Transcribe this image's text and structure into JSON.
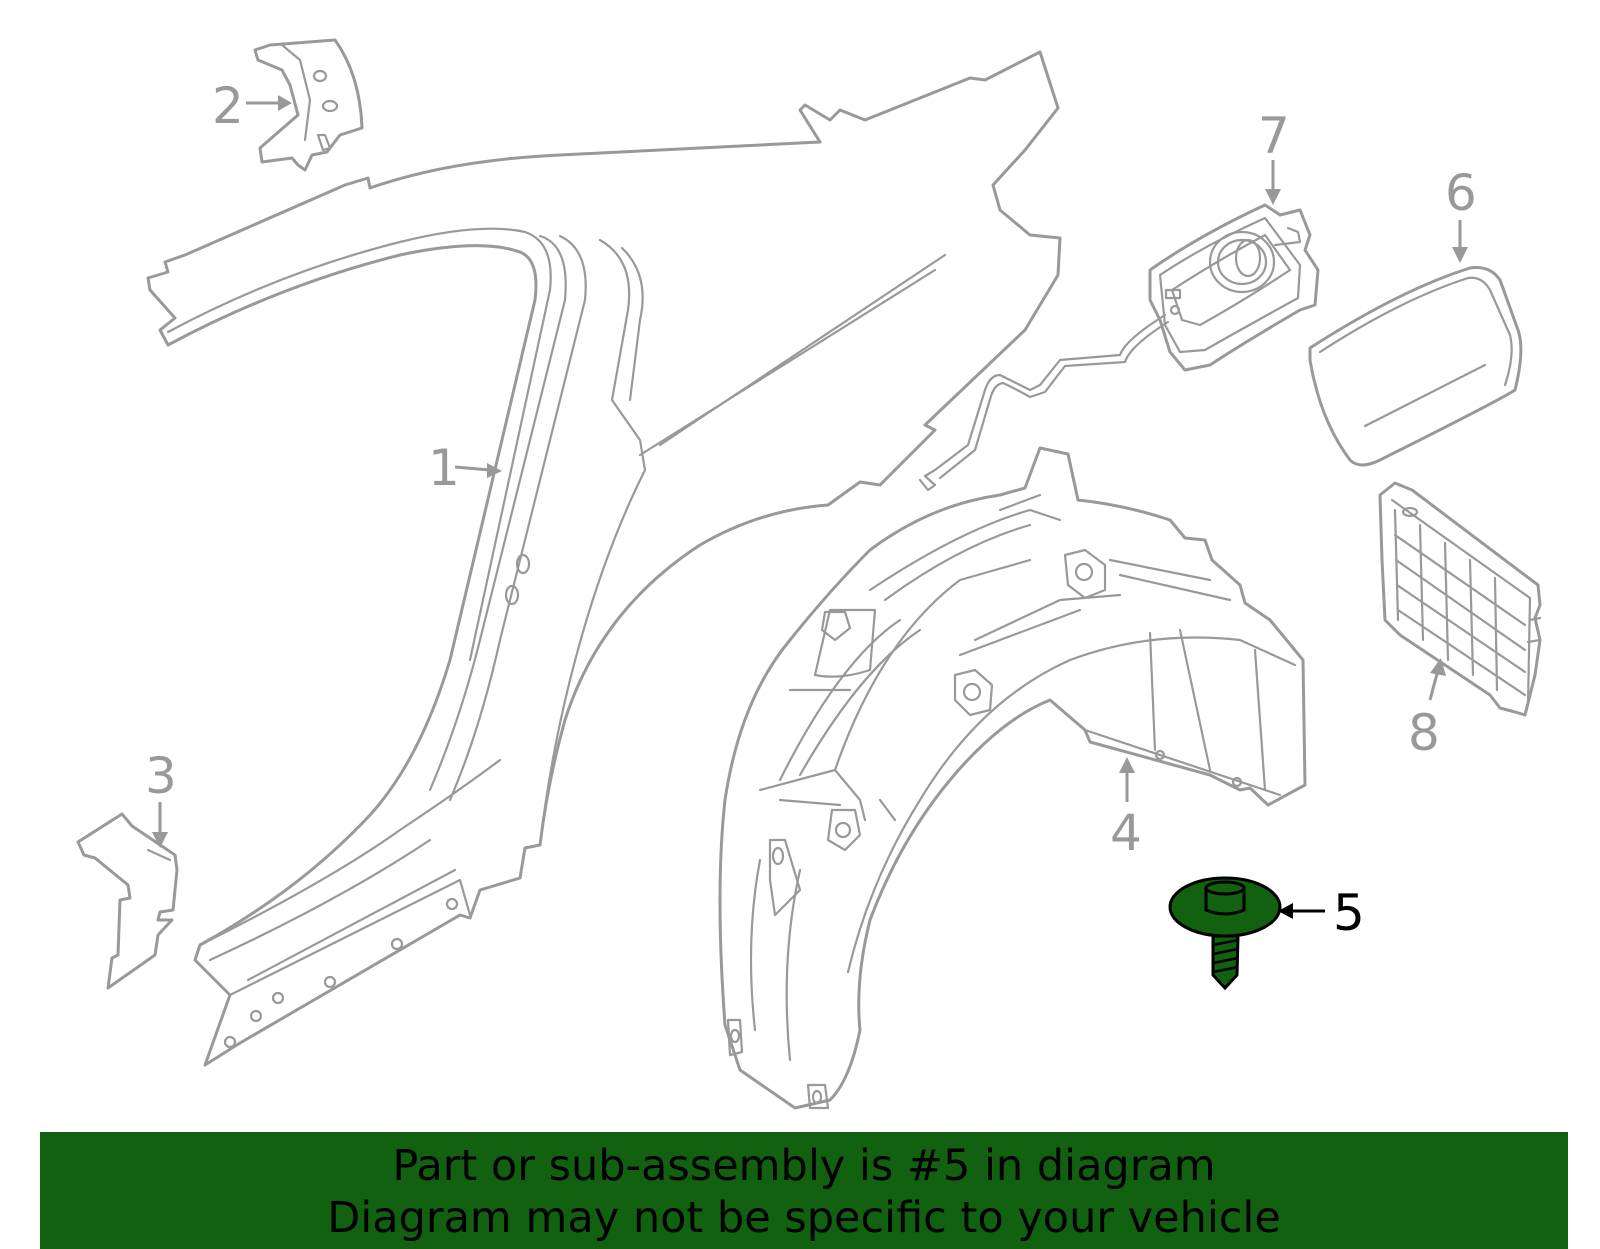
{
  "callouts": {
    "c1": "1",
    "c2": "2",
    "c3": "3",
    "c4": "4",
    "c5": "5",
    "c6": "6",
    "c7": "7",
    "c8": "8"
  },
  "highlighted_part": "5",
  "colors": {
    "line": "#999999",
    "highlight_fill": "#116111",
    "banner_bg": "#116111",
    "text_active": "#000000"
  },
  "banner": {
    "line1": "Part or sub-assembly is #5 in diagram",
    "line2": "Diagram may not be specific to your vehicle"
  }
}
